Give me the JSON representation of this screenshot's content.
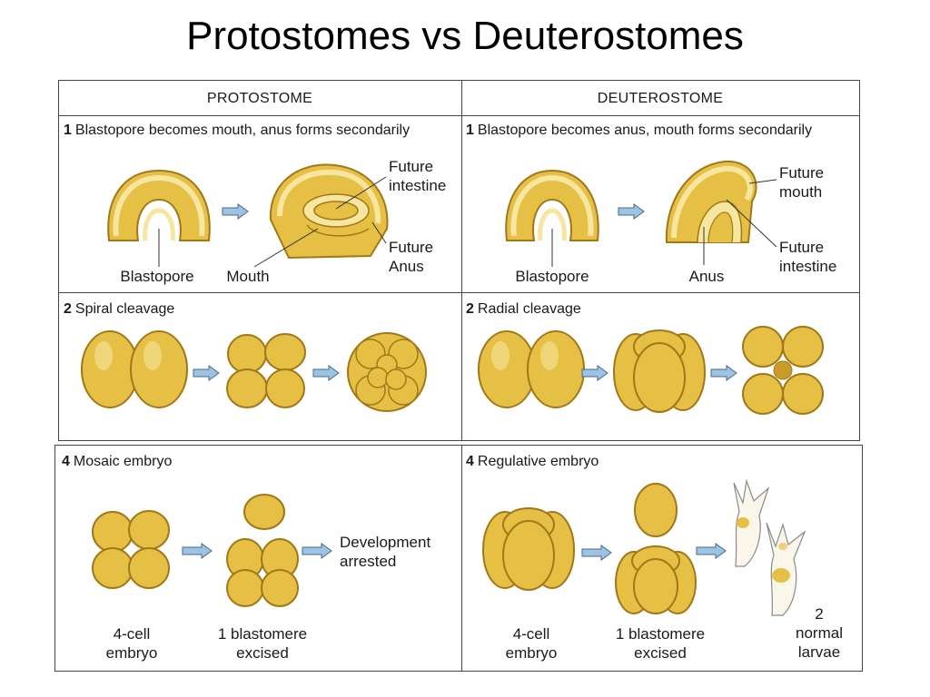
{
  "title": "Protostomes vs Deuterostomes",
  "columns": {
    "protostome": "PROTOSTOME",
    "deuterostome": "DEUTEROSTOME"
  },
  "sections": {
    "s1_proto": {
      "num": "1",
      "text": "Blastopore becomes mouth, anus forms secondarily"
    },
    "s1_deut": {
      "num": "1",
      "text": "Blastopore becomes anus, mouth forms secondarily"
    },
    "s2_proto": {
      "num": "2",
      "text": "Spiral cleavage"
    },
    "s2_deut": {
      "num": "2",
      "text": "Radial cleavage"
    },
    "s4_proto": {
      "num": "4",
      "text": "Mosaic embryo"
    },
    "s4_deut": {
      "num": "4",
      "text": "Regulative embryo"
    }
  },
  "labels": {
    "p_blastopore": "Blastopore",
    "p_mouth": "Mouth",
    "p_future_intestine_1": "Future",
    "p_future_intestine_2": "intestine",
    "p_future_anus_1": "Future",
    "p_future_anus_2": "Anus",
    "d_blastopore": "Blastopore",
    "d_anus": "Anus",
    "d_future_mouth_1": "Future",
    "d_future_mouth_2": "mouth",
    "d_future_intestine_1": "Future",
    "d_future_intestine_2": "intestine",
    "p_dev_arrested_1": "Development",
    "p_dev_arrested_2": "arrested",
    "p_four_cell_1": "4-cell",
    "p_four_cell_2": "embryo",
    "p_excised_1": "1 blastomere",
    "p_excised_2": "excised",
    "d_four_cell_1": "4-cell",
    "d_four_cell_2": "embryo",
    "d_excised_1": "1 blastomere",
    "d_excised_2": "excised",
    "d_normal_larvae_1": "2",
    "d_normal_larvae_2": "normal",
    "d_normal_larvae_3": "larvae"
  },
  "colors": {
    "cell_fill": "#e6bf45",
    "cell_light": "#f7e6a0",
    "cell_edge": "#a07818",
    "arrow_fill": "#9dc3e2",
    "arrow_edge": "#4a6a8a"
  }
}
